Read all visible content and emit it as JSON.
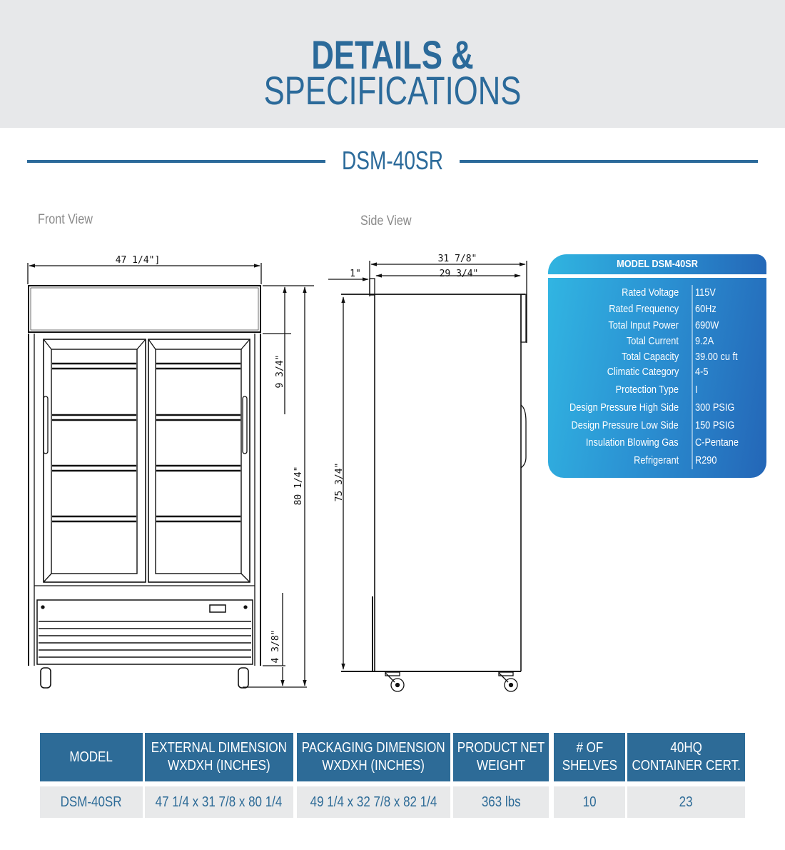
{
  "header": {
    "title_line1": "DETAILS &",
    "title_line2": "SPECIFICATIONS",
    "model": "DSM-40SR"
  },
  "colors": {
    "brand_blue": "#2b6a9a",
    "header_bg": "#e7e8ea",
    "card_gradient_start": "#31b5e2",
    "card_gradient_end": "#2466b7",
    "table_header_bg": "#2d6b97",
    "table_row_bg": "#e8e9ea"
  },
  "front_view": {
    "label": "Front View",
    "dimensions": {
      "width": "47 1/4\"]",
      "top_section": "9 3/4\"",
      "height": "80 1/4\"",
      "base": "4 3/8\""
    }
  },
  "side_view": {
    "label": "Side View",
    "dimensions": {
      "overall_depth": "31 7/8\"",
      "body_depth": "29 3/4\"",
      "door_offset": "1\"",
      "body_height": "75 3/4\""
    }
  },
  "spec_card": {
    "title": "MODEL DSM-40SR",
    "rows": [
      {
        "label": "Rated  Voltage",
        "value": "115V"
      },
      {
        "label": "Rated  Frequency",
        "value": "60Hz"
      },
      {
        "label": "Total Input Power",
        "value": "690W"
      },
      {
        "label": "Total Current",
        "value": "9.2A"
      },
      {
        "label": "Total Capacity",
        "value": "39.00 cu ft"
      },
      {
        "label": "Climatic Category",
        "value": "4-5"
      },
      {
        "label": "Protection Type",
        "value": "I"
      },
      {
        "label": "Design Pressure High Side",
        "value": "300 PSIG"
      },
      {
        "label": "Design Pressure Low Side",
        "value": "150 PSIG"
      },
      {
        "label": "Insulation Blowing Gas",
        "value": "C-Pentane"
      },
      {
        "label": "Refrigerant",
        "value": "R290"
      }
    ]
  },
  "table": {
    "headers": [
      [
        "MODEL"
      ],
      [
        "EXTERNAL DIMENSION",
        "WXDXH (INCHES)"
      ],
      [
        "PACKAGING DIMENSION",
        "WXDXH (INCHES)"
      ],
      [
        "PRODUCT NET",
        "WEIGHT"
      ],
      [
        "# OF",
        "SHELVES"
      ],
      [
        "40HQ",
        "CONTAINER CERT."
      ]
    ],
    "rows": [
      [
        "DSM-40SR",
        "47 1/4 x 31 7/8 x 80 1/4",
        "49 1/4 x 32 7/8 x 82 1/4",
        "363 lbs",
        "10",
        "23"
      ]
    ]
  }
}
